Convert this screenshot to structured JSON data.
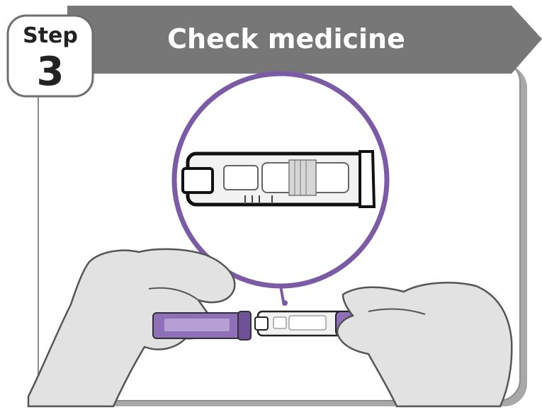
{
  "step": {
    "label": "Step",
    "number": "3"
  },
  "banner": {
    "title": "Check medicine"
  },
  "colors": {
    "banner": "#777777",
    "panel_border": "#8c8c8c",
    "panel_shadow": "#a8a8a8",
    "accent_purple": "#7b5ba6",
    "device_fill": "#f2f2f2",
    "hand_fill": "#e2e2e2"
  },
  "illustration": {
    "magnifier": "zoomed view of medicine window",
    "left_part": "cap",
    "right_part": "injection pen"
  }
}
